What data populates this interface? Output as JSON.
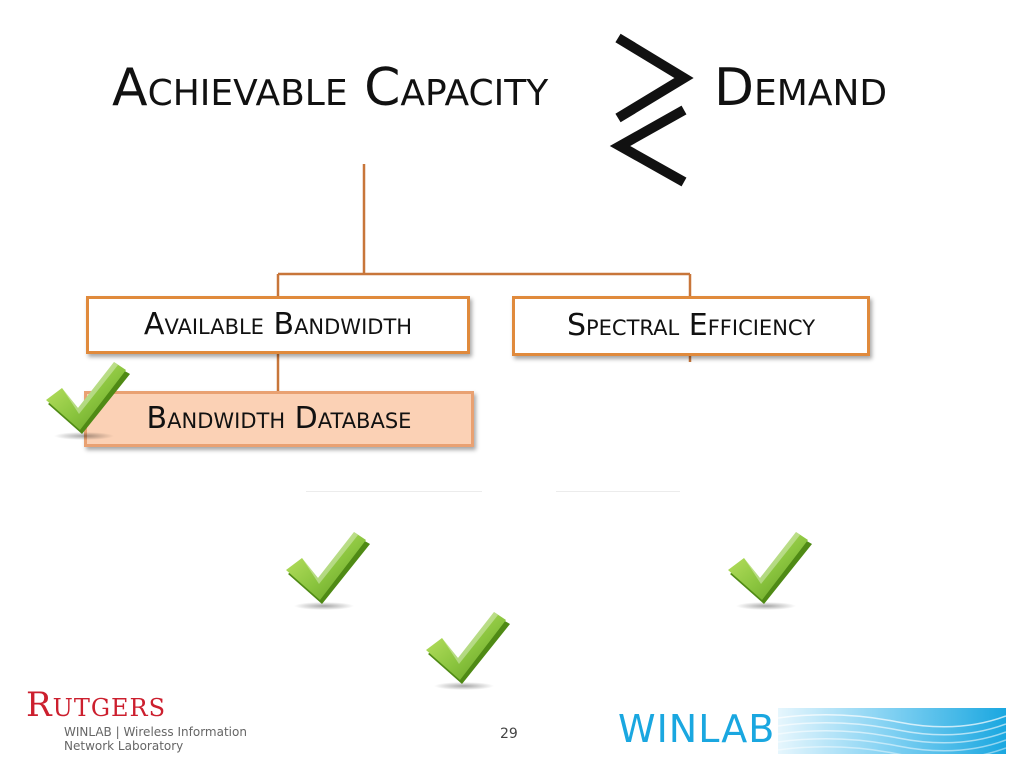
{
  "title": {
    "left": "Achievable Capacity",
    "symbol": "≷",
    "right": "Demand"
  },
  "boxes": {
    "available_bandwidth": "Available Bandwidth",
    "spectral_efficiency": "Spectral Efficiency",
    "bandwidth_database": "Bandwidth Database"
  },
  "footer": {
    "university": "Rutgers",
    "lab_line1": "WINLAB | Wireless Information",
    "lab_line2": "Network Laboratory",
    "page_number": "29",
    "lab_logo_text": "WINLAB"
  },
  "colors": {
    "box_border": "#e08a3c",
    "highlight_fill": "#fbd1b5",
    "connector": "#c8763a",
    "check_green": "#8bc53f",
    "rutgers_red": "#cc1f2e",
    "winlab_blue": "#1aa7e0"
  },
  "icons": {
    "check": "green-checkmark-icon"
  }
}
